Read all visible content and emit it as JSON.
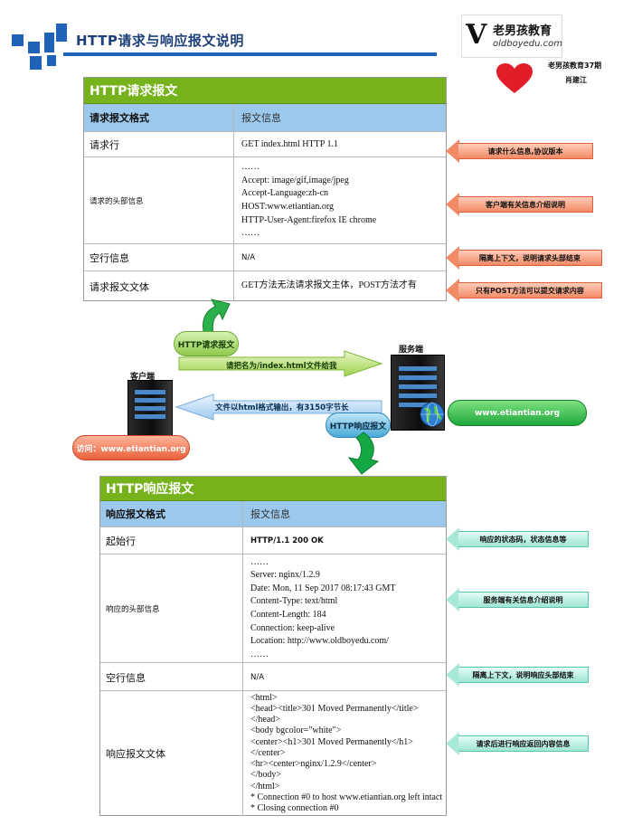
{
  "header": {
    "title": "HTTP请求与响应报文说明",
    "logo_mark": "V",
    "logo_cn": "老男孩教育",
    "logo_en": "oldboyedu.com",
    "note_line1": "老男孩教育37期",
    "note_line2": "肖建江"
  },
  "request_table": {
    "title": "HTTP请求报文",
    "head_left": "请求报文格式",
    "head_right": "报文信息",
    "rows": [
      {
        "label": "请求行",
        "lines": [
          "GET index.html HTTP 1.1"
        ]
      },
      {
        "label": "请求的头部信息",
        "lines": [
          "……",
          "Accept: image/gif,image/jpeg",
          "Accept-Language:zh-cn",
          "HOST:www.etiantian.org",
          "HTTP-User-Agent:firefox IE chrome",
          "……"
        ]
      },
      {
        "label": "空行信息",
        "lines": [
          "N/A"
        ]
      },
      {
        "label": "请求报文文体",
        "lines": [
          "GET方法无法请求报文主体，POST方法才有"
        ]
      }
    ]
  },
  "request_callouts": [
    "请求什么信息,协议版本",
    "客户端有关信息介绍说明",
    "隔离上下文，说明请求头部结束",
    "只有POST方法可以提交请求内容"
  ],
  "middle": {
    "request_pill": "HTTP请求报文",
    "request_arrow_text": "请把名为/index.html文件给我",
    "response_arrow_text": "文件以html格式输出，有3150字节长",
    "response_pill": "HTTP响应报文",
    "client_label": "客户端",
    "server_label": "服务端",
    "client_url": "访问：www.etiantian.org",
    "server_url": "www.etiantian.org"
  },
  "response_table": {
    "title": "HTTP响应报文",
    "head_left": "响应报文格式",
    "head_right": "报文信息",
    "rows": [
      {
        "label": "起始行",
        "lines": [
          "HTTP/1.1 200 OK"
        ]
      },
      {
        "label": "响应的头部信息",
        "lines": [
          "……",
          "Server: nginx/1.2.9",
          "Date: Mon, 11 Sep 2017 08:17:43 GMT",
          "Content-Type: text/html",
          "Content-Length: 184",
          "Connection: keep-alive",
          "Location: http://www.oldboyedu.com/",
          "……"
        ]
      },
      {
        "label": "空行信息",
        "lines": [
          "N/A"
        ]
      },
      {
        "label": "响应报文文体",
        "lines": [
          "<html>",
          "<head><title>301 Moved Permanently</title>",
          "</head>",
          "<body bgcolor=\"white\">",
          "<center><h1>301 Moved Permanently</h1>",
          "</center>",
          "<hr><center>nginx/1.2.9</center>",
          "</body>",
          "</html>",
          "* Connection #0 to host www.etiantian.org left intact",
          "* Closing connection #0"
        ]
      }
    ]
  },
  "response_callouts": [
    "响应的状态码，状态信息等",
    "服务端有关信息介绍说明",
    "隔离上下文，说明响应头部结束",
    "请求后进行响应返回内容信息"
  ],
  "colors": {
    "accent_blue": "#1f63b8",
    "table_green": "#75b21c",
    "header_blue": "#9cc8ec",
    "callout_red": "#f28a66",
    "callout_teal": "#9fe6d4",
    "pill_green": "#26b34a",
    "pill_red": "#f07a5a"
  }
}
